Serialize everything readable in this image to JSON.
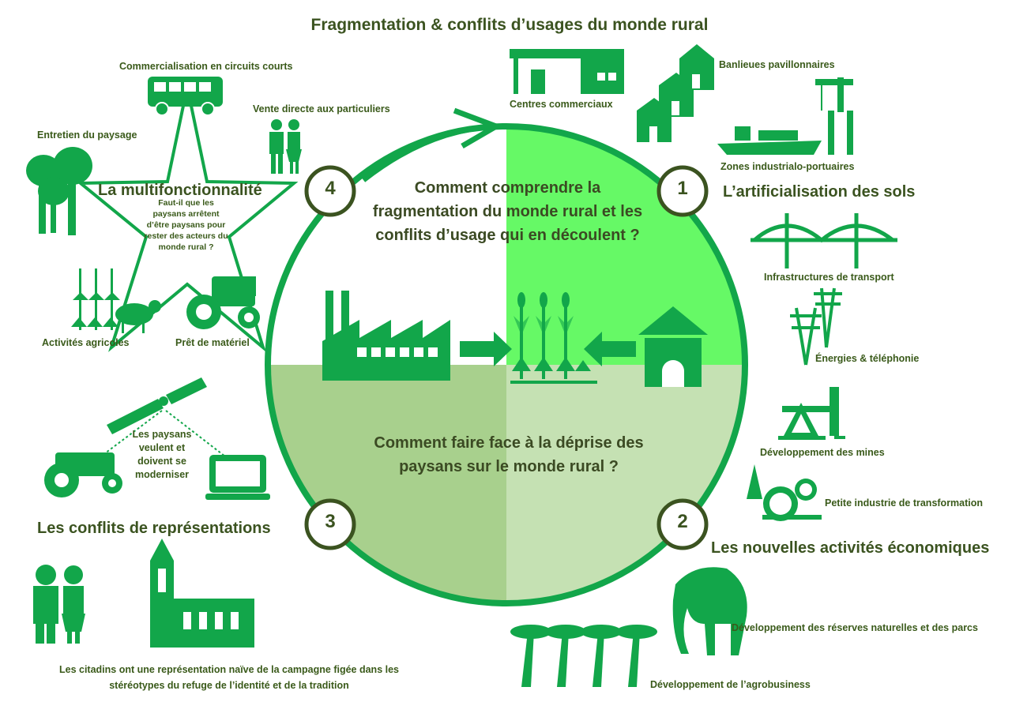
{
  "title": "Fragmentation & conflits d’usages du monde rural",
  "questions": {
    "top": "Comment comprendre la fragmentation du monde rural et les conflits d’usage qui en découlent ?",
    "bottom": "Comment faire face à la déprise des paysans sur le monde rural ?"
  },
  "numbers": [
    "1",
    "2",
    "3",
    "4"
  ],
  "sections": {
    "s1": "L’artificialisation des sols",
    "s2": "Les nouvelles activités économiques",
    "s3": "Les conflits de représentations",
    "s4": "La multifonctionnalité"
  },
  "labels": {
    "centres": "Centres commerciaux",
    "banlieues": "Banlieues pavillonnaires",
    "zones": "Zones industrialo-portuaires",
    "infra": "Infrastructures de transport",
    "energies": "Énergies & téléphonie",
    "mines": "Développement des mines",
    "petite": "Petite industrie de transformation",
    "reserves": "Développement des réserves naturelles et des parcs",
    "agro": "Développement de l’agrobusiness",
    "citadins": "Les citadins ont une représentation naïve de la campagne figée dans les stéréotypes du refuge de l’identité et de la tradition",
    "paysans_moderniser": "Les paysans veulent et doivent se moderniser",
    "commercialisation": "Commercialisation en circuits courts",
    "vente": "Vente directe aux particuliers",
    "entretien": "Entretien du paysage",
    "activites": "Activités agricoles",
    "pret": "Prêt de matériel",
    "star_question": "Faut-il que les paysans arrêtent d’être paysans pour rester des acteurs du monde rural ?"
  },
  "colors": {
    "green": "#12a64a",
    "light_green": "#66f966",
    "pale_green": "#c5e1b3",
    "mid_green": "#a8d08d",
    "text": "#3a5a1a"
  }
}
